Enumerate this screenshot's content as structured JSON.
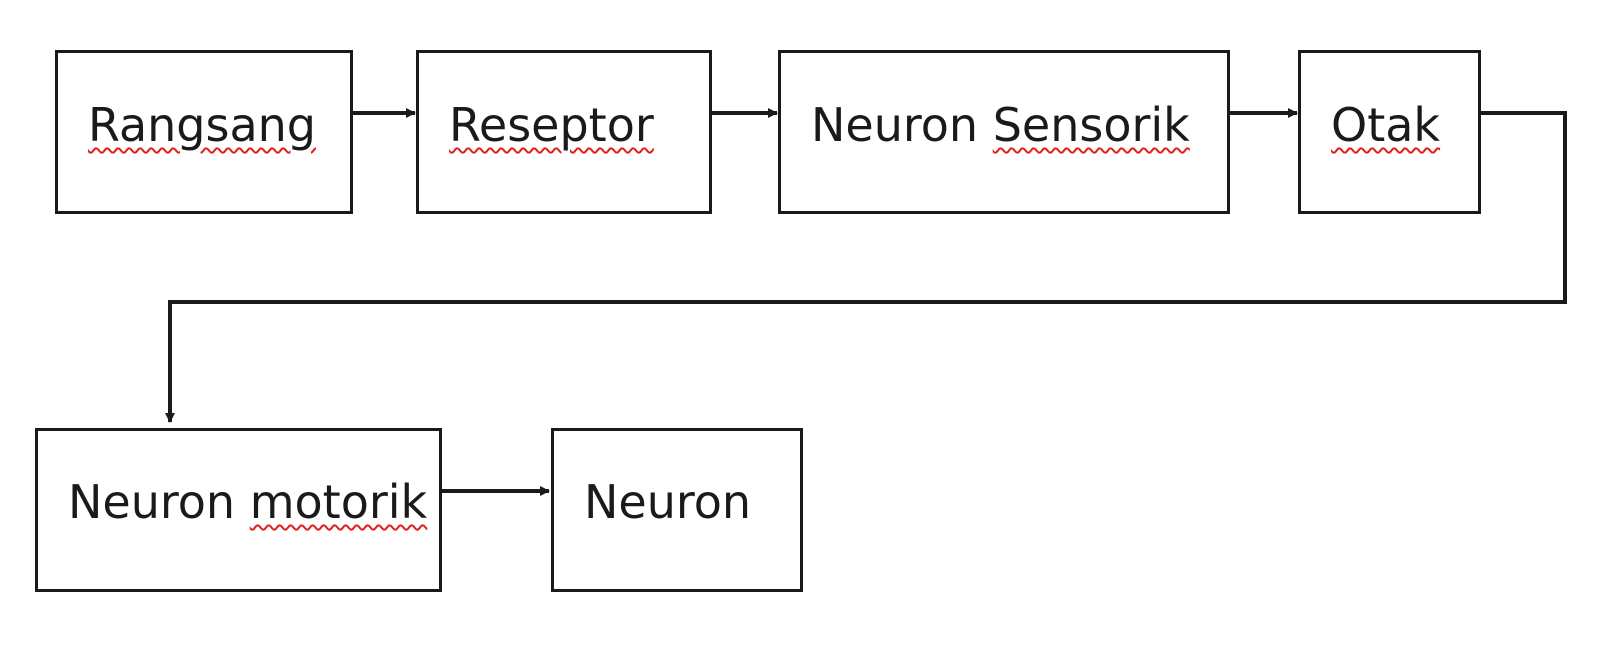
{
  "nodes": {
    "rangsang": {
      "label": "Rangsang"
    },
    "reseptor": {
      "label": "Reseptor"
    },
    "neuron_sensorik": {
      "first": "Neuron",
      "second": "Sensorik"
    },
    "otak": {
      "label": "Otak"
    },
    "neuron_motorik": {
      "first": "Neuron",
      "second": "motorik"
    },
    "neuron": {
      "label": "Neuron"
    }
  },
  "edges": [
    {
      "from": "Rangsang",
      "to": "Reseptor"
    },
    {
      "from": "Reseptor",
      "to": "Neuron Sensorik"
    },
    {
      "from": "Neuron Sensorik",
      "to": "Otak"
    },
    {
      "from": "Otak",
      "to": "Neuron motorik"
    },
    {
      "from": "Neuron motorik",
      "to": "Neuron"
    }
  ],
  "colors": {
    "stroke": "#1a1a1a",
    "spellcheck": "#e02020",
    "background": "#ffffff"
  }
}
